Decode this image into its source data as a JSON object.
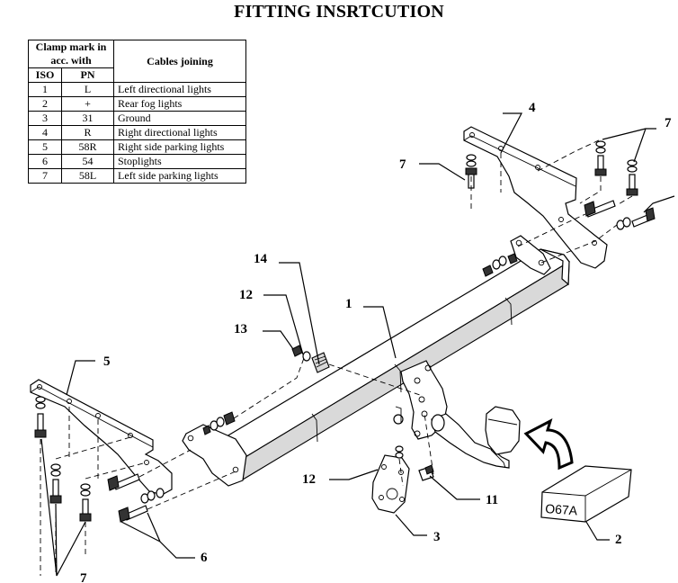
{
  "title": "FITTING INSRTCUTION",
  "table": {
    "header_clamp": "Clamp mark in acc. with",
    "header_cables": "Cables joining",
    "header_iso": "ISO",
    "header_pn": "PN",
    "rows": [
      {
        "iso": "1",
        "pn": "L",
        "cable": "Left directional lights"
      },
      {
        "iso": "2",
        "pn": "+",
        "cable": "Rear fog lights"
      },
      {
        "iso": "3",
        "pn": "31",
        "cable": "Ground"
      },
      {
        "iso": "4",
        "pn": "R",
        "cable": "Right directional lights"
      },
      {
        "iso": "5",
        "pn": "58R",
        "cable": "Right side parking lights"
      },
      {
        "iso": "6",
        "pn": "54",
        "cable": "Stoplights"
      },
      {
        "iso": "7",
        "pn": "58L",
        "cable": "Left side parking lights"
      }
    ]
  },
  "callouts": {
    "c1": "1",
    "c2": "2",
    "c3": "3",
    "c4": "4",
    "c5": "5",
    "c6": "6",
    "c7_top_left": "7",
    "c7_top_right": "7",
    "c7_bottom": "7",
    "c11": "11",
    "c12_top": "12",
    "c12_bottom": "12",
    "c13": "13",
    "c14": "14"
  },
  "box_label": "O67A"
}
